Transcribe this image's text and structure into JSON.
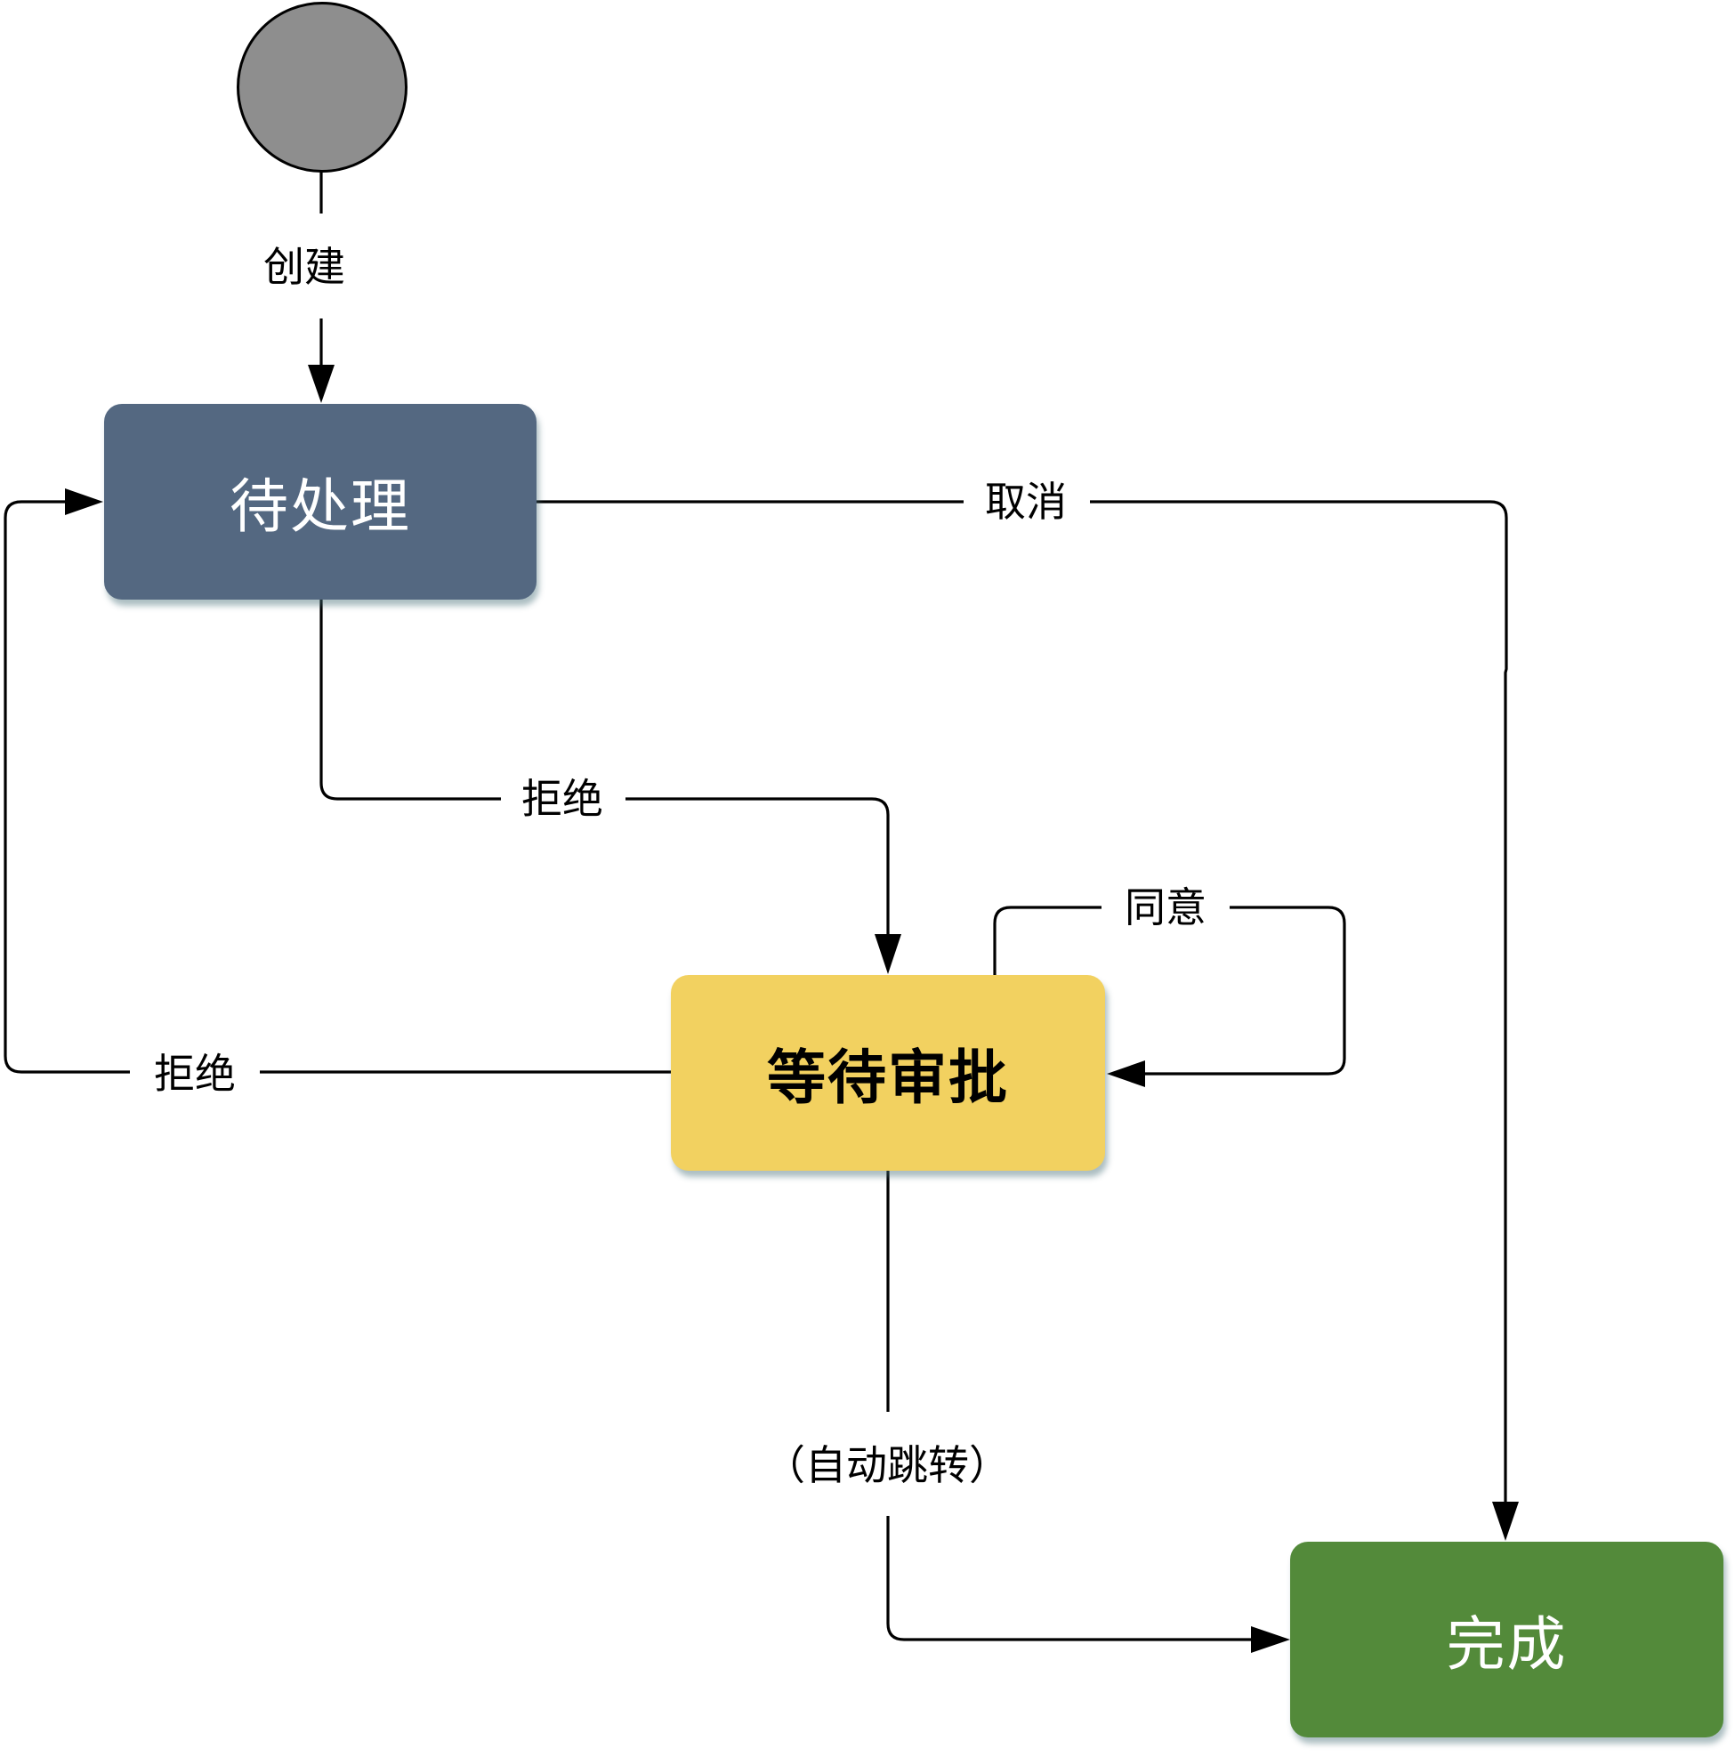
{
  "diagram": {
    "type": "state-machine",
    "start": {
      "name": "start",
      "color": "#8E8E8E"
    },
    "states": [
      {
        "id": "pending",
        "label": "待处理",
        "color": "#546881",
        "text_color": "#FFFFFF"
      },
      {
        "id": "approval",
        "label": "等待审批",
        "color": "#F2D160",
        "text_color": "#000000"
      },
      {
        "id": "done",
        "label": "完成",
        "color": "#538A3A",
        "text_color": "#FFFFFF"
      }
    ],
    "transitions": [
      {
        "id": "create",
        "from": "start",
        "to": "pending",
        "label": "创建"
      },
      {
        "id": "cancel",
        "from": "pending",
        "to": "done",
        "label": "取消"
      },
      {
        "id": "reject_down",
        "from": "pending",
        "to": "approval",
        "label": "拒绝"
      },
      {
        "id": "agree",
        "from": "approval",
        "to": "approval",
        "label": "同意"
      },
      {
        "id": "reject_back",
        "from": "approval",
        "to": "pending",
        "label": "拒绝"
      },
      {
        "id": "auto",
        "from": "approval",
        "to": "done",
        "label": "（自动跳转）"
      }
    ]
  },
  "labels": {
    "pending": "待处理",
    "approval": "等待审批",
    "done": "完成",
    "create": "创建",
    "cancel": "取消",
    "reject_down": "拒绝",
    "agree": "同意",
    "reject_back": "拒绝",
    "auto": "（自动跳转）"
  },
  "colors": {
    "start": "#8E8E8E",
    "pending": "#546881",
    "approval": "#F2D160",
    "done": "#538A3A",
    "line": "#000000"
  }
}
